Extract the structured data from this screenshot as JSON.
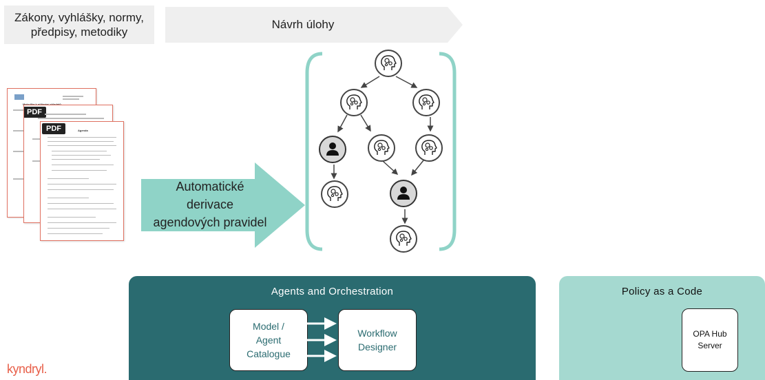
{
  "header": {
    "sources_label": "Zákony, vyhlášky, normy, předpisy, metodiky",
    "proposal_label": "Návrh úlohy"
  },
  "documents": {
    "badge_label": "PDF",
    "doc1_title": "Metodika k přijímání skladatů",
    "doc3_title": "Agenda",
    "accent_color": "#e07060"
  },
  "process": {
    "arrow_line1": "Automatické",
    "arrow_line2": "derivace",
    "arrow_line3": "agendových pravidel",
    "arrow_color": "#8fd3c7",
    "bracket_color": "#8fd3c7"
  },
  "graph": {
    "agent_icon": "head-gears-icon",
    "human_icon": "person-icon"
  },
  "agents_panel": {
    "title": "Agents and Orchestration",
    "catalogue_label": "Model / Agent Catalogue",
    "designer_label": "Workflow Designer",
    "color": "#2a6b70"
  },
  "policy_panel": {
    "title": "Policy as a Code",
    "server_label": "OPA Hub Server",
    "color": "#a5d9d0"
  },
  "brand": {
    "logo_text": "kyndryl.",
    "color": "#e8604a"
  }
}
